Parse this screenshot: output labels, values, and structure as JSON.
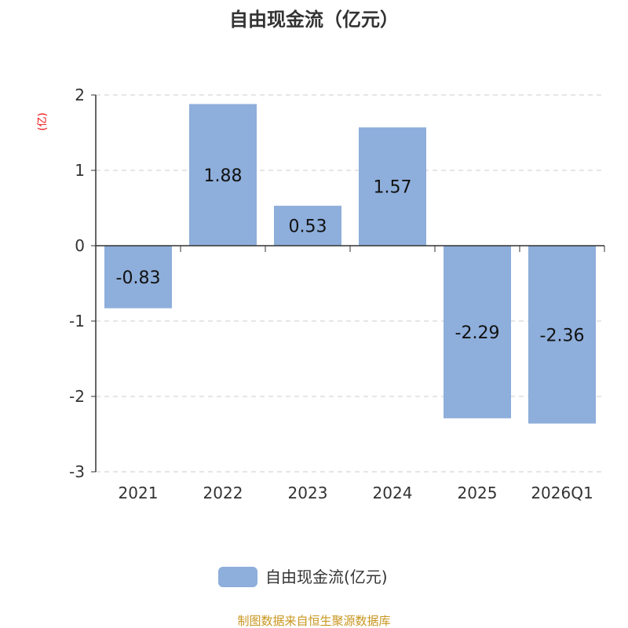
{
  "chart_data": {
    "type": "bar",
    "title": "自由现金流（亿元）",
    "ylabel": "(亿)",
    "categories": [
      "2021",
      "2022",
      "2023",
      "2024",
      "2025",
      "2026Q1"
    ],
    "series": [
      {
        "name": "自由现金流(亿元)",
        "values": [
          -0.83,
          1.88,
          0.53,
          1.57,
          -2.29,
          -2.36
        ],
        "labels": [
          "-0.83",
          "1.88",
          "0.53",
          "1.57",
          "-2.29",
          "-2.36"
        ]
      }
    ],
    "ylim": [
      -3,
      2
    ],
    "yticks": [
      2,
      1,
      0,
      -1,
      -2,
      -3
    ],
    "grid": true,
    "legend": "bottom",
    "bar_color": "#8eaedb"
  },
  "footer": "制图数据来自恒生聚源数据库"
}
